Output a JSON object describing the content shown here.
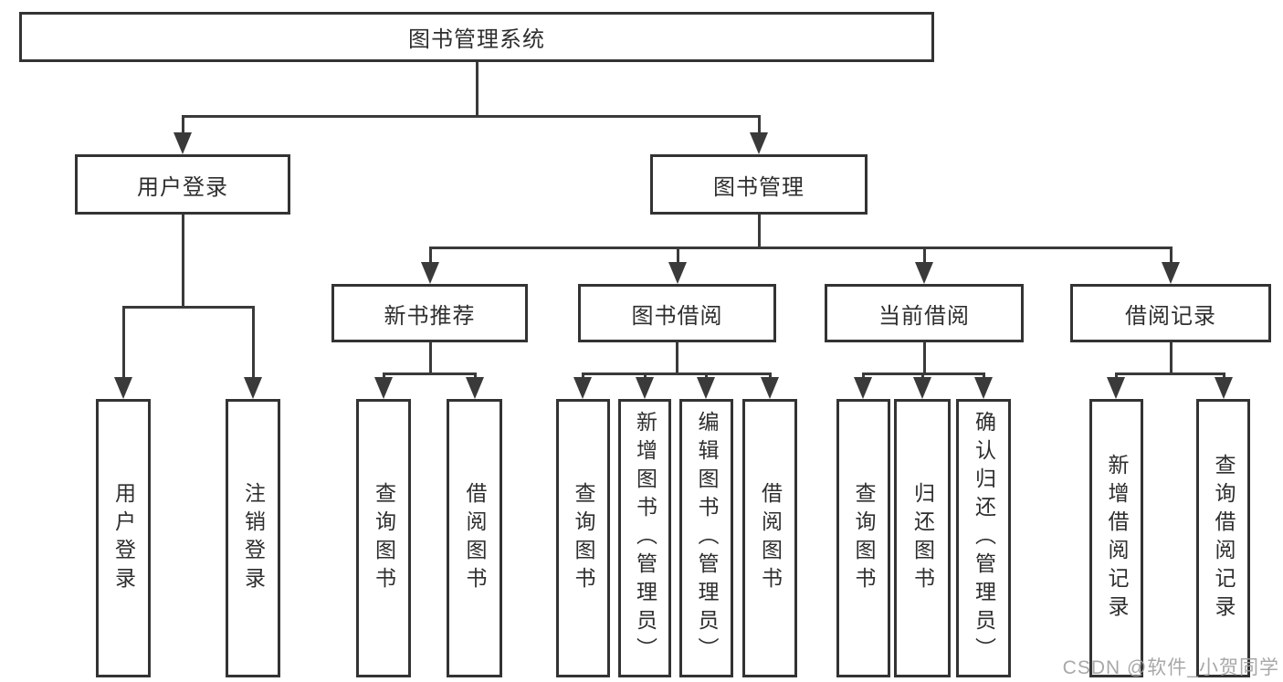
{
  "tree": {
    "root": {
      "label": "图书管理系统"
    },
    "level2": [
      {
        "label": "用户登录",
        "children": [
          {
            "label": "用户登录"
          },
          {
            "label": "注销登录"
          }
        ]
      },
      {
        "label": "图书管理",
        "children": [
          {
            "label": "新书推荐",
            "children": [
              {
                "label": "查询图书"
              },
              {
                "label": "借阅图书"
              }
            ]
          },
          {
            "label": "图书借阅",
            "children": [
              {
                "label": "查询图书"
              },
              {
                "label": "新增图书（管理员）"
              },
              {
                "label": "编辑图书（管理员）"
              },
              {
                "label": "借阅图书"
              }
            ]
          },
          {
            "label": "当前借阅",
            "children": [
              {
                "label": "查询图书"
              },
              {
                "label": "归还图书"
              },
              {
                "label": "确认归还（管理员）"
              }
            ]
          },
          {
            "label": "借阅记录",
            "children": [
              {
                "label": "新增借阅记录"
              },
              {
                "label": "查询借阅记录"
              }
            ]
          }
        ]
      }
    ]
  },
  "watermark": {
    "text": "CSDN @软件_小贺同学"
  },
  "colors": {
    "stroke": "#3a3a3a",
    "border": "#333333",
    "text": "#2e2e2e",
    "background": "#ffffff",
    "watermark": "#a3a3a3"
  }
}
